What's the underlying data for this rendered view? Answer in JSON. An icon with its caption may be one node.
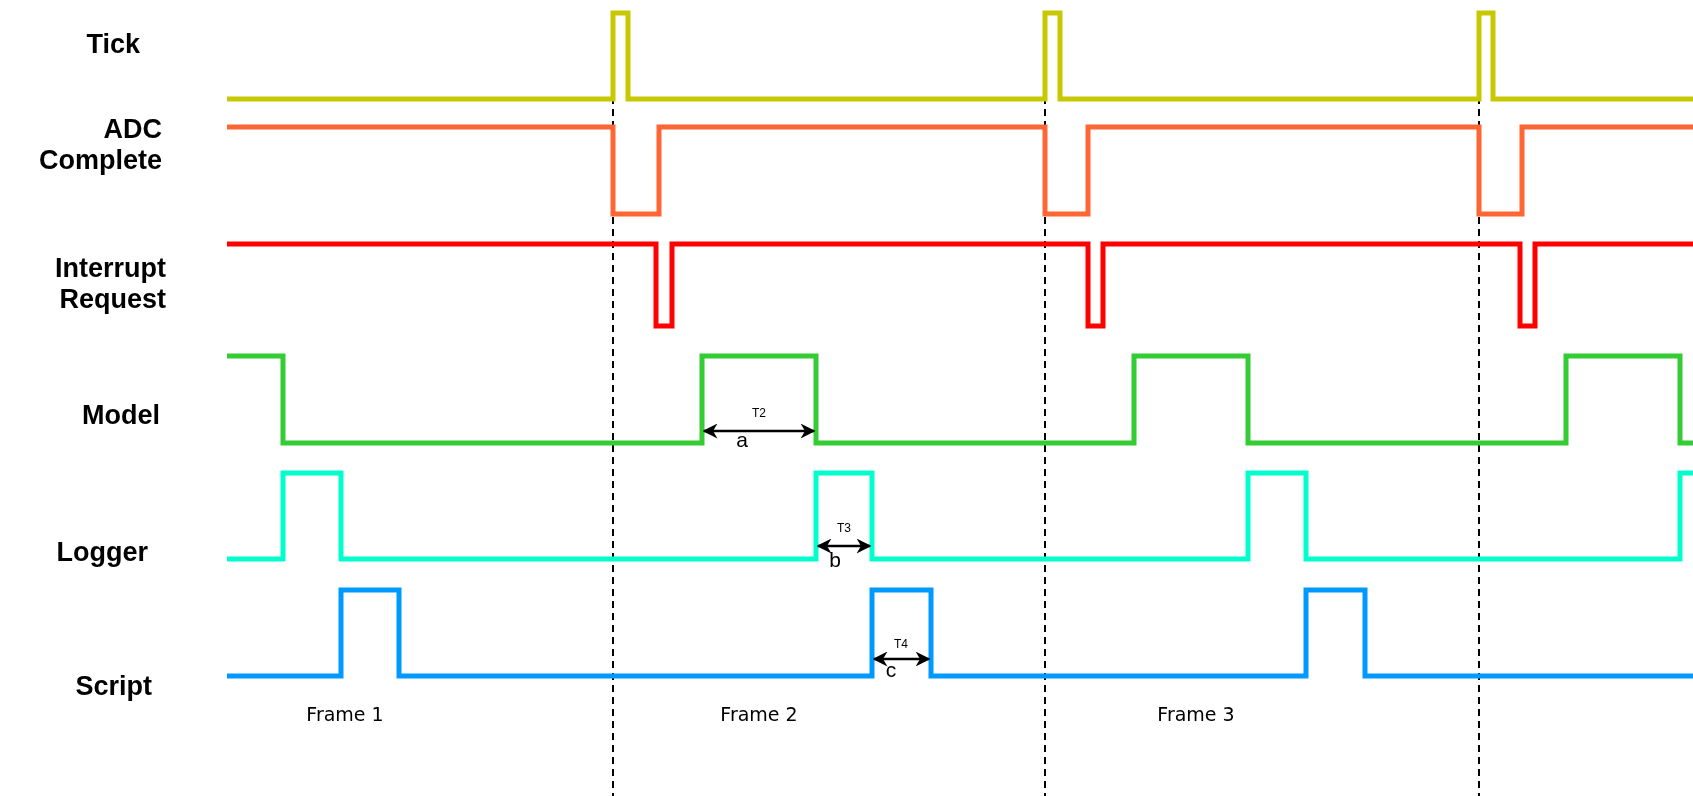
{
  "diagram": {
    "labels": [
      "Tick",
      "ADC Complete",
      "Interrupt Request",
      "Model",
      "Logger",
      "Script",
      "T2",
      "a",
      "T3",
      "b",
      "T4",
      "c",
      "Frame 1",
      "Frame 2",
      "Frame 3"
    ]
  }
}
